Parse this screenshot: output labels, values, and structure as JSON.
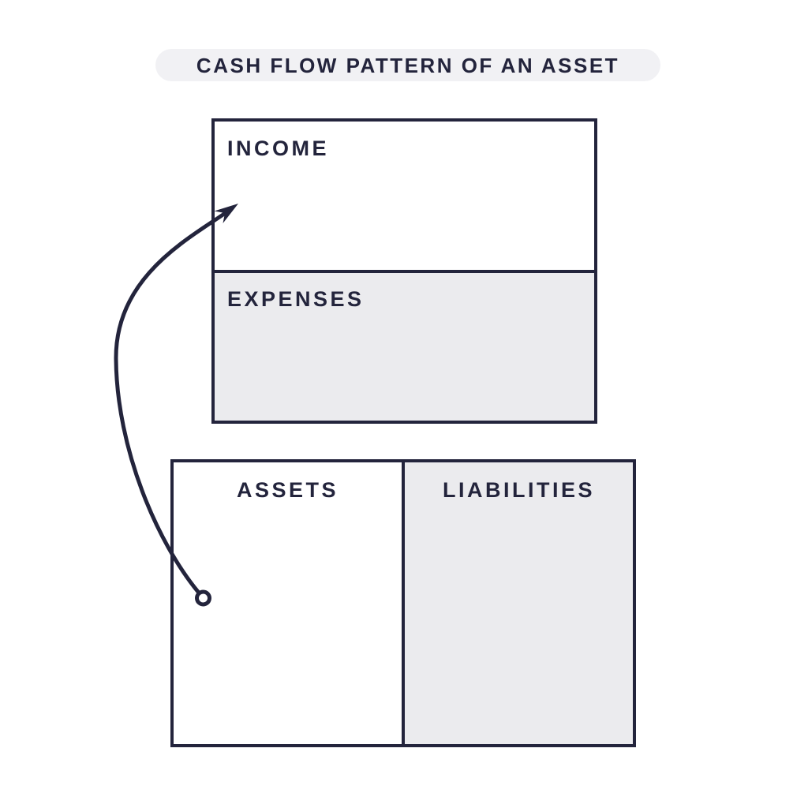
{
  "title": "CASH FLOW PATTERN OF AN ASSET",
  "income_statement": {
    "income_label": "INCOME",
    "expenses_label": "EXPENSES"
  },
  "balance_sheet": {
    "assets_label": "ASSETS",
    "liabilities_label": "LIABILITIES"
  },
  "colors": {
    "navy": "#23243c",
    "panel_gray": "#ebebee",
    "pill_gray": "#f1f1f4",
    "background": "#ffffff"
  }
}
